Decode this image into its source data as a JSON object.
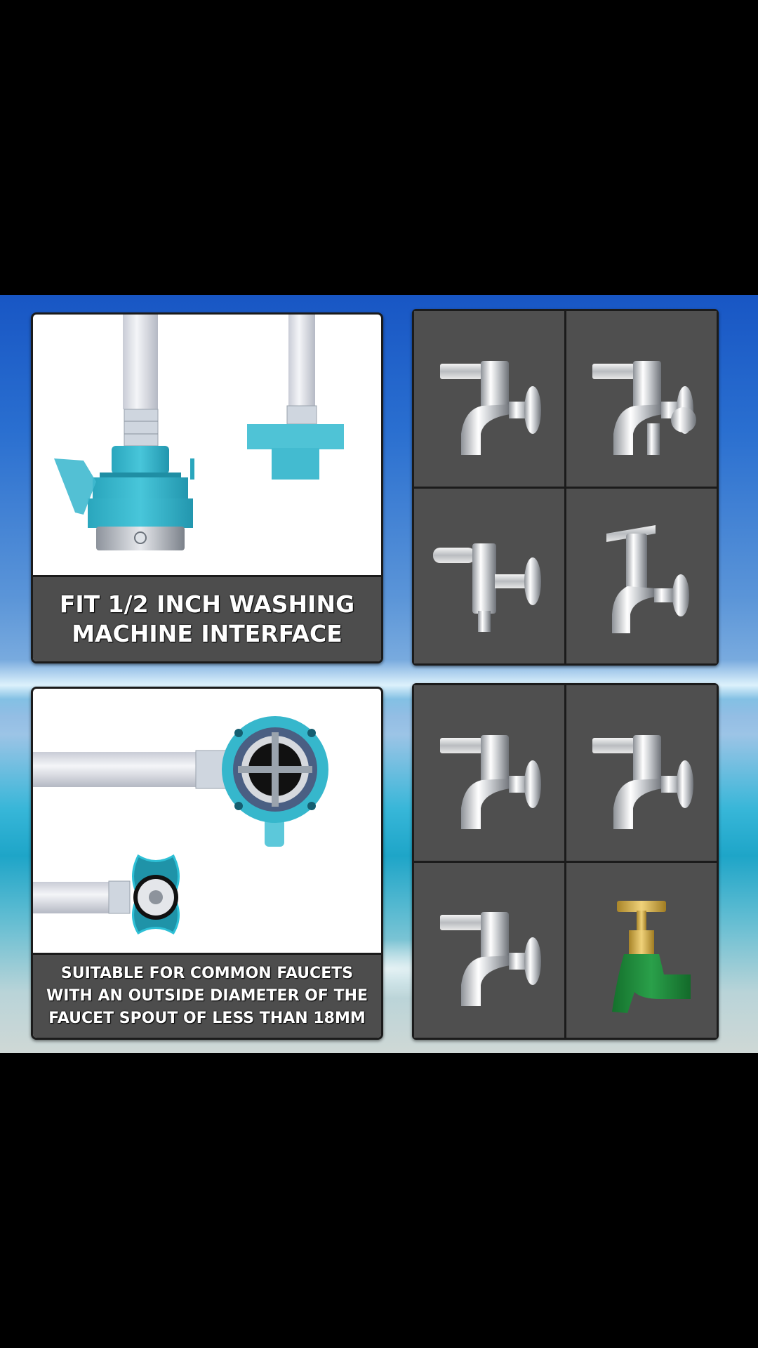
{
  "colors": {
    "background_top": "#1856c4",
    "background_water": "#1ea5c8",
    "panel_gray": "#4f4f4f",
    "caption_gray": "#4d4d4d",
    "connector_teal": "#36b7cc",
    "chrome": "#c8c8c8",
    "garden_tap_green": "#1f8a3a",
    "brass": "#d8b24a"
  },
  "panels": {
    "top_left": {
      "illustration": "washing-machine-hose-connector-side-view",
      "caption_lines": [
        "FIT 1/2 INCH WASHING",
        "MACHINE INTERFACE"
      ]
    },
    "bottom_left": {
      "illustration": "hose-connector-end-view",
      "caption_lines": [
        "SUITABLE FOR COMMON FAUCETS",
        "WITH AN OUTSIDE DIAMETER OF THE",
        "FAUCET SPOUT OF LESS THAN 18MM"
      ]
    },
    "top_right": {
      "faucets": [
        "lever-bib-tap",
        "dual-outlet-lever-tap",
        "lever-tap-long-neck",
        "cross-handle-tap"
      ]
    },
    "bottom_right": {
      "faucets": [
        "lever-bib-tap-threaded",
        "lever-wall-tap",
        "lever-tap-short",
        "green-garden-tap-brass-handle"
      ]
    }
  }
}
